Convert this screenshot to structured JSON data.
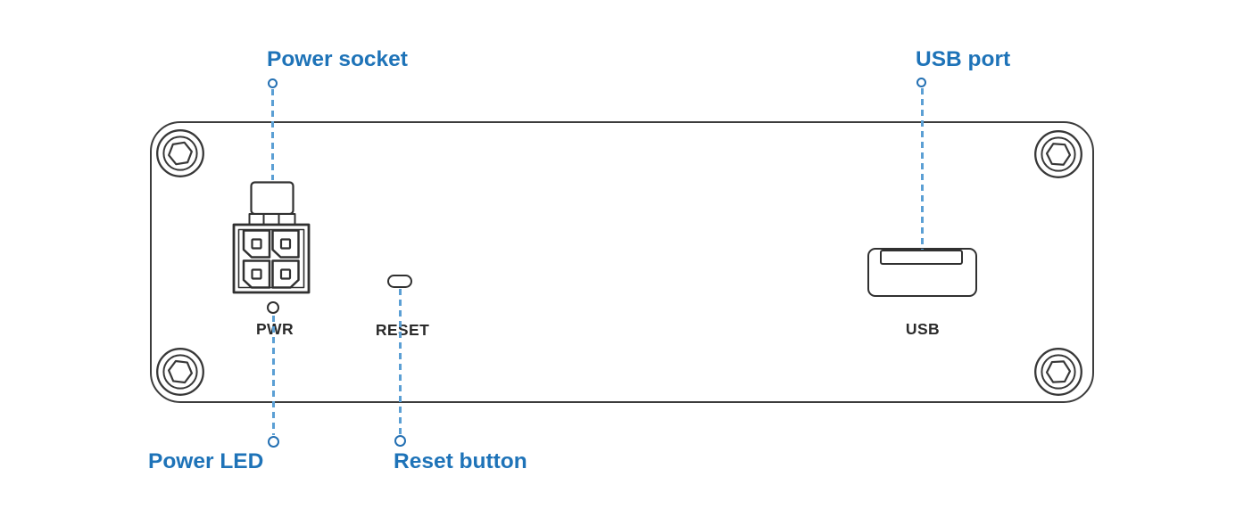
{
  "callouts": {
    "power_socket": {
      "label": "Power socket"
    },
    "usb_port": {
      "label": "USB port"
    },
    "power_led": {
      "label": "Power LED"
    },
    "reset_button": {
      "label": "Reset button"
    }
  },
  "panel": {
    "pwr_label": "PWR",
    "reset_label": "RESET",
    "usb_label": "USB"
  },
  "colors": {
    "callout_blue": "#1e73b8",
    "leader_blue": "#5b9fd4",
    "outline_dark": "#3c3c3c",
    "label_dark": "#2b2b2b"
  }
}
